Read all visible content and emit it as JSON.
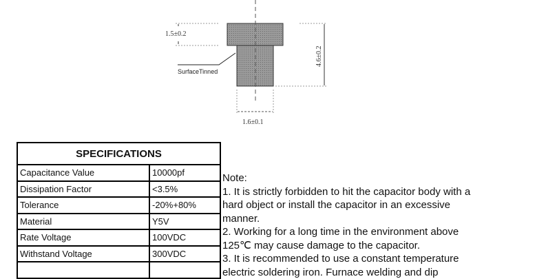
{
  "diagram": {
    "top_height": "1.5±0.2",
    "total_height": "4.6±0.2",
    "width": "1.6±0.1",
    "surface_label": "SurfaceTinned"
  },
  "specs": {
    "title": "SPECIFICATIONS",
    "rows": [
      {
        "name": "Capacitance Value",
        "value": "10000pf"
      },
      {
        "name": "Dissipation Factor",
        "value": "<3.5%"
      },
      {
        "name": "Tolerance",
        "value": "-20%+80%"
      },
      {
        "name": "Material",
        "value": "Y5V"
      },
      {
        "name": "Rate Voltage",
        "value": "100VDC"
      },
      {
        "name": "Withstand Voltage",
        "value": "300VDC"
      }
    ]
  },
  "notes": {
    "heading": "Note:",
    "lines": [
      "1. It is strictly forbidden to hit the capacitor body with a",
      "hard object or install the capacitor in an excessive",
      "manner.",
      "2. Working for a long time in the environment above",
      "125℃ may cause damage to the capacitor.",
      "3. It is recommended to use a constant temperature",
      "electric soldering iron. Furnace welding and dip"
    ]
  }
}
